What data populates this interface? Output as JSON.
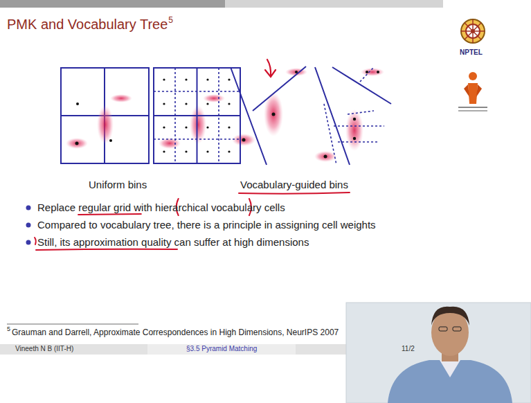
{
  "diagram": {
    "title": "PMK and Vocabulary Tree",
    "labels": [
      "5",
      "NPTEL",
      "Uniform bins",
      "Vocabulary-guided bins",
      "Replace regular grid with hierarchical vocabulary cells",
      "Compared to vocabulary tree, there is a principle in assigning cell weights",
      "Still, its approximation quality can suffer at high dimensions",
      "5",
      "Grauman and Darrell, Approximate Correspondences in High Dimensions, NeurIPS 2007",
      "Vineeth N B (IIT-H)",
      "§3.5 Pyramid Matching",
      "11/2"
    ]
  }
}
